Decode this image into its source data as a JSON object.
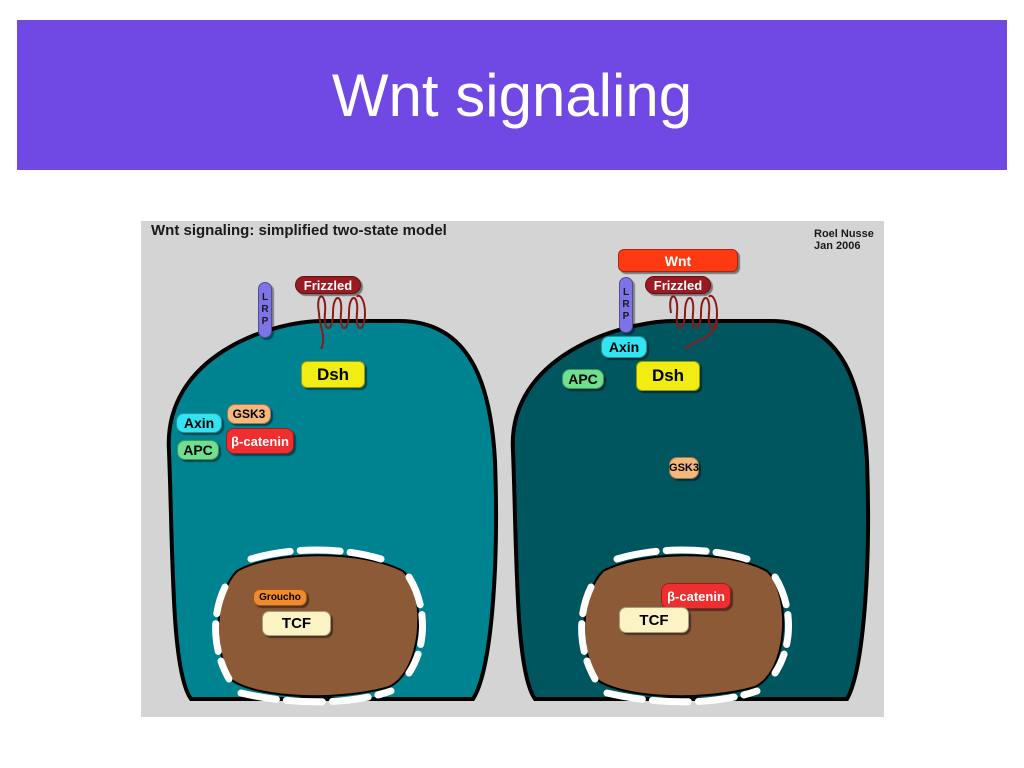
{
  "slide": {
    "title": "Wnt signaling"
  },
  "figure": {
    "title": "Wnt signaling: simplified two-state model",
    "credit_name": "Roel Nusse",
    "credit_date": "Jan 2006"
  },
  "left_cell": {
    "lrp": [
      "L",
      "R",
      "P"
    ],
    "frizzled": "Frizzled",
    "dsh": "Dsh",
    "gsk3": "GSK3",
    "axin": "Axin",
    "beta_catenin": "β-catenin",
    "apc": "APC",
    "groucho": "Groucho",
    "tcf": "TCF"
  },
  "right_cell": {
    "wnt": "Wnt",
    "lrp": [
      "L",
      "R",
      "P"
    ],
    "frizzled": "Frizzled",
    "axin": "Axin",
    "apc": "APC",
    "dsh": "Dsh",
    "gsk3": "GSK3",
    "beta_catenin": "β-catenin",
    "tcf": "TCF"
  },
  "colors": {
    "title_bar": "#7049e4",
    "figure_bg": "#d4d4d4",
    "cell_off": "#008390",
    "cell_on": "#00565e",
    "nucleus": "#8d5a37"
  }
}
